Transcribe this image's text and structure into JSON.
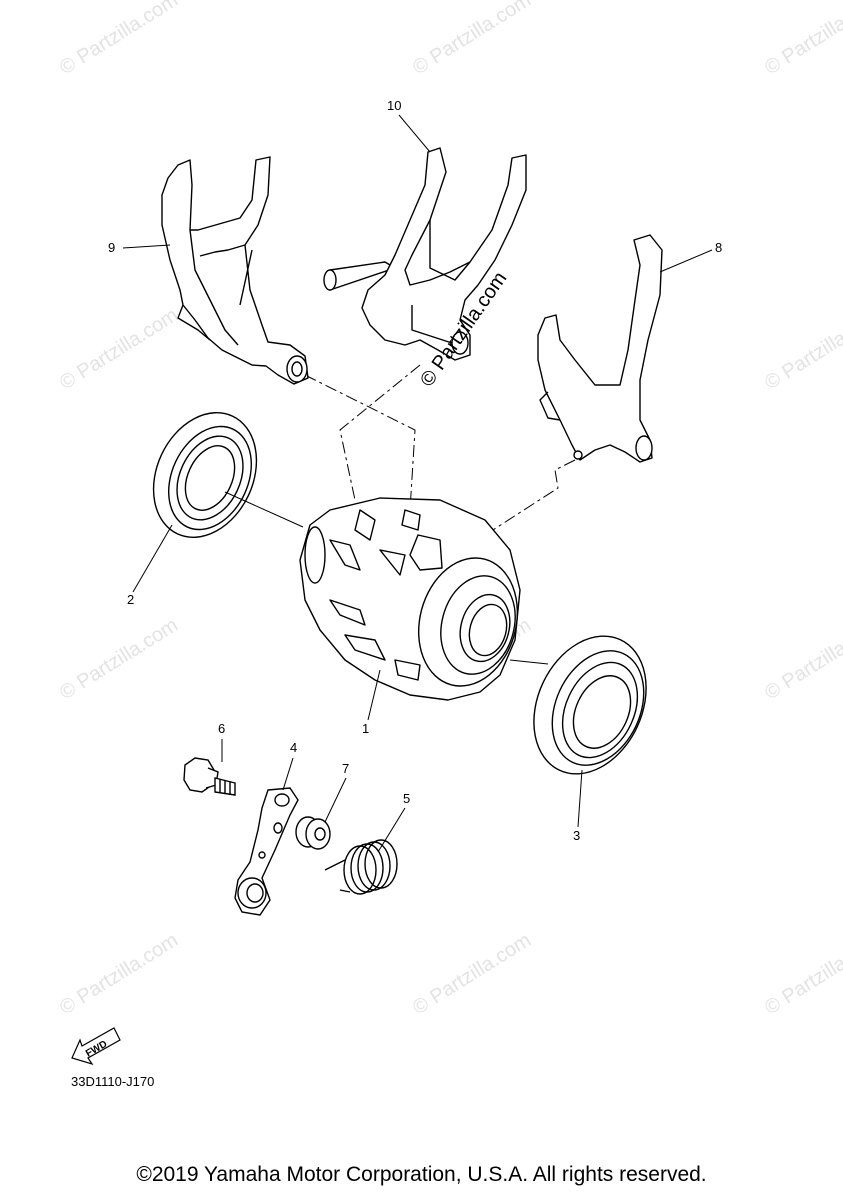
{
  "diagram": {
    "callouts": [
      {
        "id": "1",
        "label": "1"
      },
      {
        "id": "2",
        "label": "2"
      },
      {
        "id": "3",
        "label": "3"
      },
      {
        "id": "4",
        "label": "4"
      },
      {
        "id": "5",
        "label": "5"
      },
      {
        "id": "6",
        "label": "6"
      },
      {
        "id": "7",
        "label": "7"
      },
      {
        "id": "8",
        "label": "8"
      },
      {
        "id": "9",
        "label": "9"
      },
      {
        "id": "10",
        "label": "10"
      }
    ],
    "watermark_text": "© Partzilla.com",
    "fwd_label": "FWD",
    "diagram_id": "33D1110-J170",
    "copyright": "©2019 Yamaha Motor Corporation, U.S.A. All rights reserved."
  }
}
